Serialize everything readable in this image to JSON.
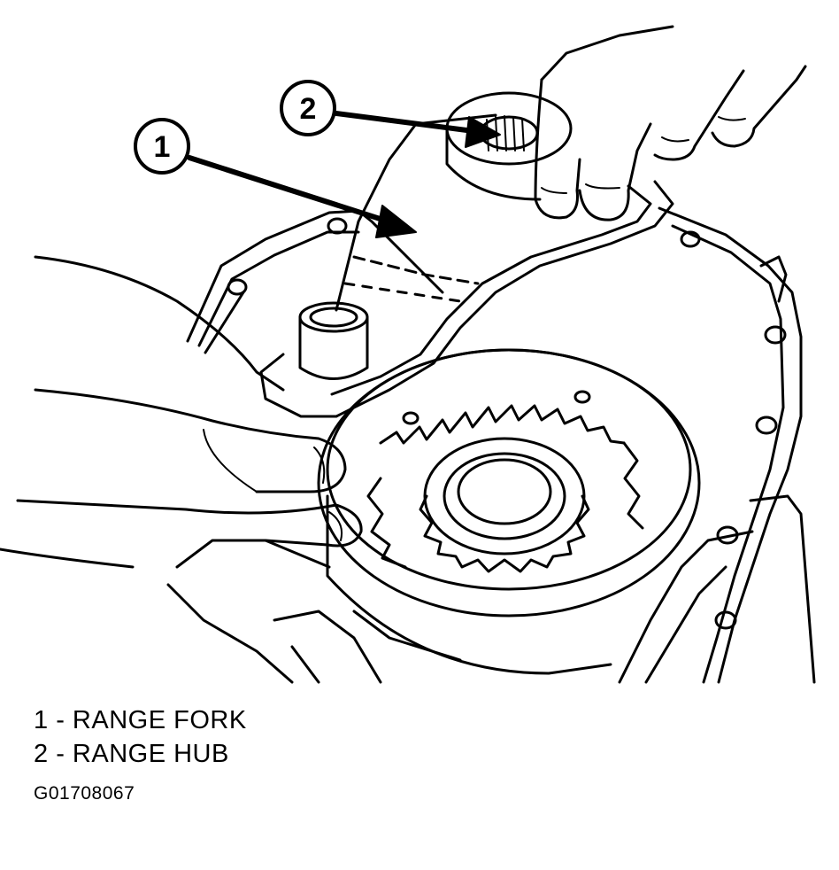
{
  "callouts": [
    {
      "number": "1",
      "target": "range-fork"
    },
    {
      "number": "2",
      "target": "range-hub"
    }
  ],
  "legend": [
    {
      "number": "1",
      "separator": " - ",
      "label": "RANGE FORK"
    },
    {
      "number": "2",
      "separator": " - ",
      "label": "RANGE HUB"
    }
  ],
  "figure_id": "G01708067",
  "colors": {
    "ink": "#000000",
    "paper": "#ffffff"
  }
}
